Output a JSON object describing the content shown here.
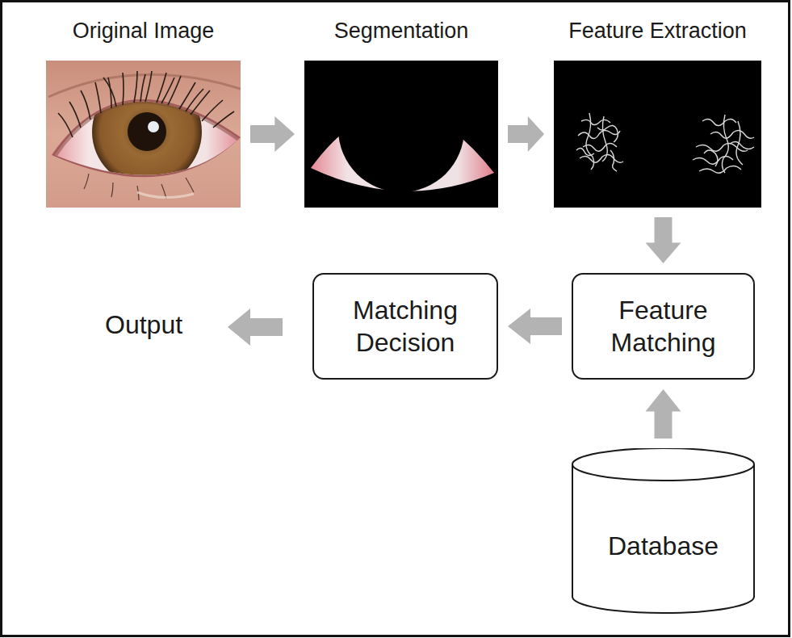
{
  "diagram": {
    "nodes": [
      {
        "text": [
          "Original Image"
        ]
      },
      {
        "text": [
          "Segmentation"
        ]
      },
      {
        "text": [
          "Feature Extraction"
        ]
      },
      {
        "text": [
          "Feature Matching"
        ]
      },
      {
        "text": [
          "Matching Decision"
        ]
      },
      {
        "text": [
          "Database"
        ]
      }
    ],
    "edges": [
      {
        "from": 0,
        "to": 1,
        "arrow": "to"
      },
      {
        "from": 1,
        "to": 2,
        "arrow": "to"
      },
      {
        "from": 2,
        "to": 3,
        "arrow": "to"
      },
      {
        "from": 3,
        "to": 4,
        "arrow": "to"
      },
      {
        "from": 5,
        "to": 3,
        "arrow": "to"
      }
    ],
    "labels": [
      "Output"
    ]
  }
}
